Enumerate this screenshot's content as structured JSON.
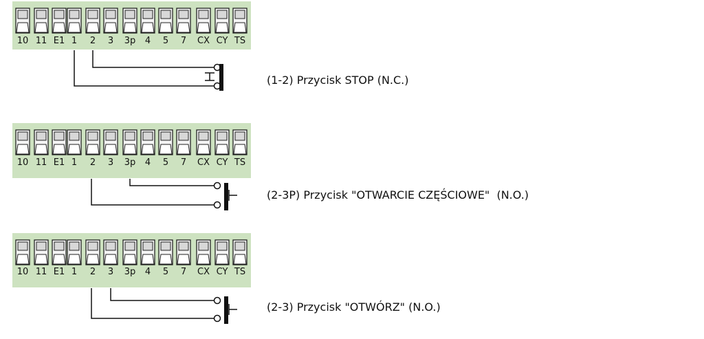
{
  "terminals": [
    "10",
    "11",
    "E1",
    "1",
    "2",
    "3",
    "3p",
    "4",
    "5",
    "7",
    "CX",
    "CY",
    "TS"
  ],
  "captions": [
    "(1-2) Przycisk STOP (N.C.)",
    "(2-3P) Przycisk \"OTWARCIE CZĘŚCIOWE\"  (N.O.)",
    "(2-3) Przycisk \"OTWÓRZ\" (N.O.)"
  ],
  "colors": {
    "panel": "#cde2c0",
    "terminal_fill": "#f4f4f4",
    "terminal_stroke": "#222222",
    "wire": "#111111"
  }
}
